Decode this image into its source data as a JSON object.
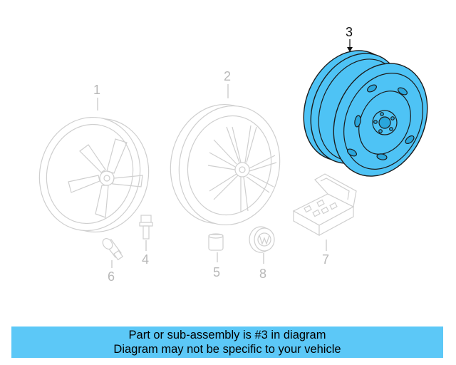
{
  "diagram": {
    "callouts": [
      {
        "num": "1",
        "name": "alloy-wheel-1",
        "highlighted": false
      },
      {
        "num": "2",
        "name": "alloy-wheel-2",
        "highlighted": false
      },
      {
        "num": "3",
        "name": "steel-spare-wheel",
        "highlighted": true
      },
      {
        "num": "4",
        "name": "lug-bolt",
        "highlighted": false
      },
      {
        "num": "5",
        "name": "wheel-weight",
        "highlighted": false
      },
      {
        "num": "6",
        "name": "valve-stem",
        "highlighted": false
      },
      {
        "num": "7",
        "name": "lock-bolt-kit",
        "highlighted": false
      },
      {
        "num": "8",
        "name": "center-cap",
        "highlighted": false
      }
    ],
    "colors": {
      "highlight": "#4ec3f5",
      "ghost": "#cfcfcf",
      "banner": "#5cc8f7"
    }
  },
  "banner": {
    "line1": "Part or sub-assembly is #3 in diagram",
    "line2": "Diagram may not be specific to your vehicle"
  }
}
